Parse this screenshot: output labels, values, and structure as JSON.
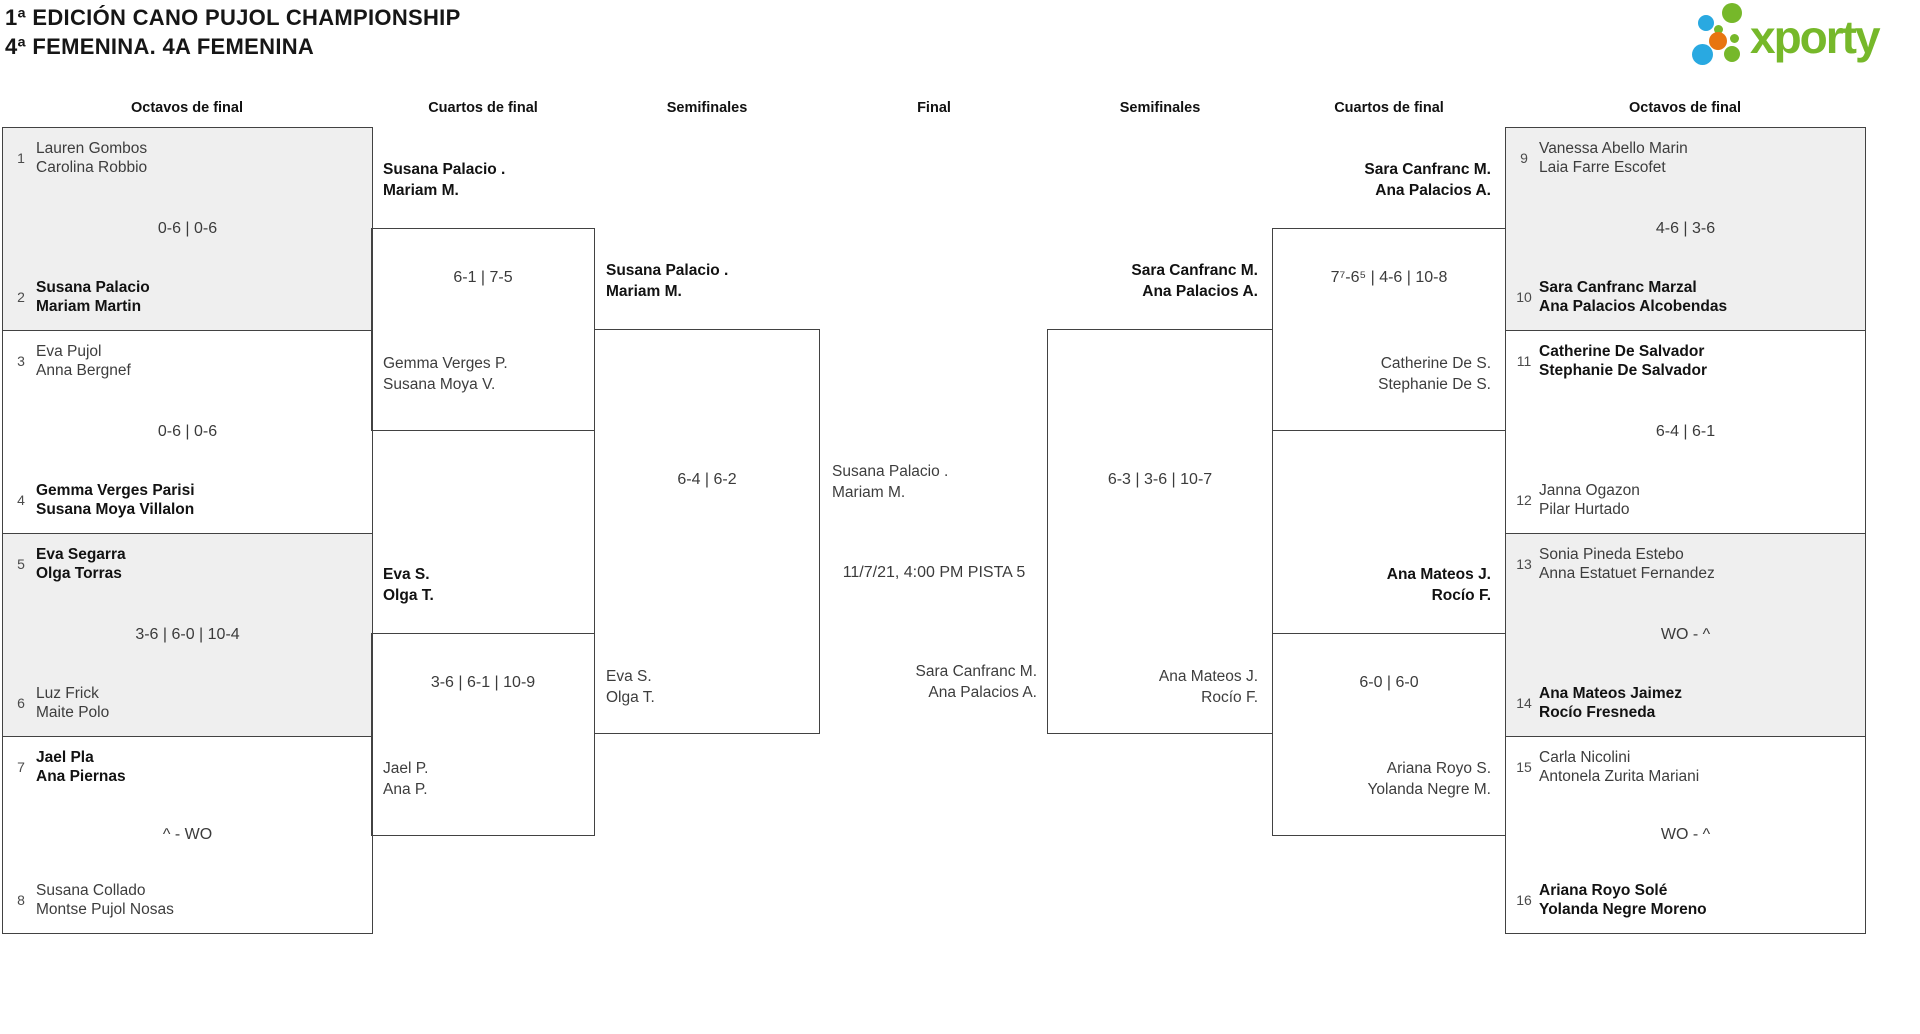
{
  "title": {
    "line1": "1ª EDICIÓN CANO PUJOL CHAMPIONSHIP",
    "line2": "4ª FEMENINA. 4A FEMENINA"
  },
  "logo": {
    "text": "xporty",
    "green": "#76b82a",
    "blue": "#29a9e1",
    "orange": "#e8750f"
  },
  "headers": [
    "Octavos de final",
    "Cuartos de final",
    "Semifinales",
    "Final",
    "Semifinales",
    "Cuartos de final",
    "Octavos de final"
  ],
  "bracket": {
    "r16": [
      {
        "seed1": "1",
        "t1a": "Lauren Gombos",
        "t1b": "Carolina Robbio",
        "score": "0-6 | 0-6",
        "seed2": "2",
        "t2a": "Susana Palacio",
        "t2b": "Mariam Martin"
      },
      {
        "seed1": "3",
        "t1a": "Eva Pujol",
        "t1b": "Anna Bergnef",
        "score": "0-6 | 0-6",
        "seed2": "4",
        "t2a": "Gemma Verges Parisi",
        "t2b": "Susana Moya Villalon"
      },
      {
        "seed1": "5",
        "t1a": "Eva Segarra",
        "t1b": "Olga Torras",
        "score": "3-6 | 6-0 | 10-4",
        "seed2": "6",
        "t2a": "Luz Frick",
        "t2b": "Maite Polo"
      },
      {
        "seed1": "7",
        "t1a": "Jael Pla",
        "t1b": "Ana Piernas",
        "score": "^ - WO",
        "seed2": "8",
        "t2a": "Susana Collado",
        "t2b": "Montse Pujol Nosas"
      },
      {
        "seed1": "9",
        "t1a": "Vanessa Abello Marin",
        "t1b": "Laia Farre Escofet",
        "score": "4-6 | 3-6",
        "seed2": "10",
        "t2a": "Sara Canfranc Marzal",
        "t2b": "Ana Palacios Alcobendas"
      },
      {
        "seed1": "11",
        "t1a": "Catherine De Salvador",
        "t1b": "Stephanie De Salvador",
        "score": "6-4 | 6-1",
        "seed2": "12",
        "t2a": "Janna Ogazon",
        "t2b": "Pilar Hurtado"
      },
      {
        "seed1": "13",
        "t1a": "Sonia Pineda Estebo",
        "t1b": "Anna Estatuet Fernandez",
        "score": "WO - ^",
        "seed2": "14",
        "t2a": "Ana Mateos Jaimez",
        "t2b": "Rocío Fresneda"
      },
      {
        "seed1": "15",
        "t1a": "Carla Nicolini",
        "t1b": "Antonela Zurita Mariani",
        "score": "WO - ^",
        "seed2": "16",
        "t2a": "Ariana Royo Solé",
        "t2b": "Yolanda Negre Moreno"
      }
    ],
    "qf": [
      {
        "wa": "Susana Palacio .",
        "wb": "Mariam M.",
        "score": "6-1 | 7-5",
        "la": "Gemma Verges P.",
        "lb": "Susana Moya V."
      },
      {
        "wa": "Eva S.",
        "wb": "Olga T.",
        "score": "3-6 | 6-1 | 10-9",
        "la": "Jael P.",
        "lb": "Ana P."
      },
      {
        "wa": "Sara Canfranc M.",
        "wb": "Ana Palacios A.",
        "score": "7⁷-6⁵ | 4-6 | 10-8",
        "la": "Catherine De S.",
        "lb": "Stephanie De S."
      },
      {
        "wa": "Ana Mateos J.",
        "wb": "Rocío F.",
        "score": "6-0 | 6-0",
        "la": "Ariana Royo S.",
        "lb": "Yolanda Negre M."
      }
    ],
    "sf": [
      {
        "wa": "Susana Palacio .",
        "wb": "Mariam M.",
        "score": "6-4 | 6-2",
        "la": "Eva S.",
        "lb": "Olga T."
      },
      {
        "wa": "Sara Canfranc M.",
        "wb": "Ana Palacios A.",
        "score": "6-3 | 3-6 | 10-7",
        "la": "Ana Mateos J.",
        "lb": "Rocío F."
      }
    ],
    "final": {
      "t1a": "Susana Palacio .",
      "t1b": "Mariam M.",
      "schedule": "11/7/21, 4:00 PM PISTA 5",
      "t2a": "Sara Canfranc M.",
      "t2b": "Ana Palacios A."
    }
  }
}
